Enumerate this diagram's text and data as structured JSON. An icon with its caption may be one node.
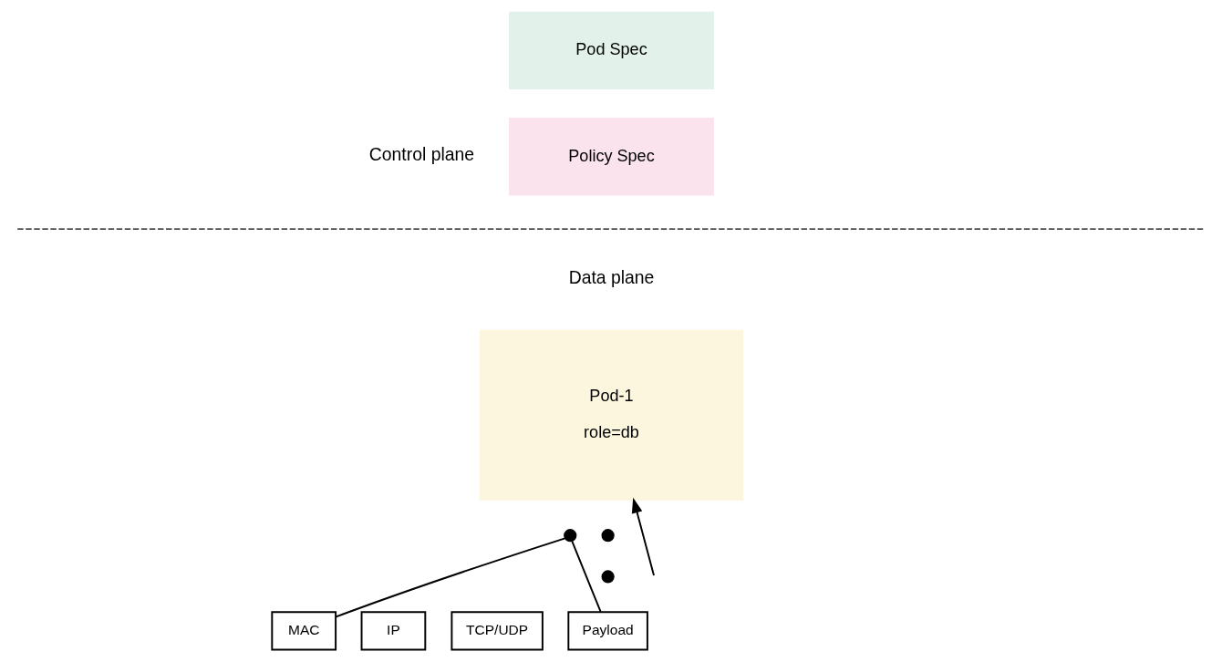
{
  "diagram": {
    "nodes": [
      {
        "text": [
          "Pod Spec"
        ]
      },
      {
        "text": [
          "Policy Spec"
        ]
      },
      {
        "text": [
          "Pod-1",
          "role=db"
        ]
      },
      {
        "text": [],
        "shape": "circle"
      },
      {
        "text": [],
        "shape": "circle"
      },
      {
        "text": [],
        "shape": "circle"
      },
      {
        "text": [
          "MAC"
        ]
      },
      {
        "text": [
          "IP"
        ]
      },
      {
        "text": [
          "TCP/UDP"
        ]
      },
      {
        "text": [
          "Payload"
        ]
      }
    ],
    "edges": [
      {
        "from": 6,
        "to": 3,
        "arrow": "none"
      },
      {
        "from": 9,
        "to": 3,
        "arrow": "none"
      },
      {
        "from": null,
        "to": 2,
        "arrow": "to"
      }
    ],
    "labels": [
      "Control plane",
      "Data plane"
    ]
  }
}
